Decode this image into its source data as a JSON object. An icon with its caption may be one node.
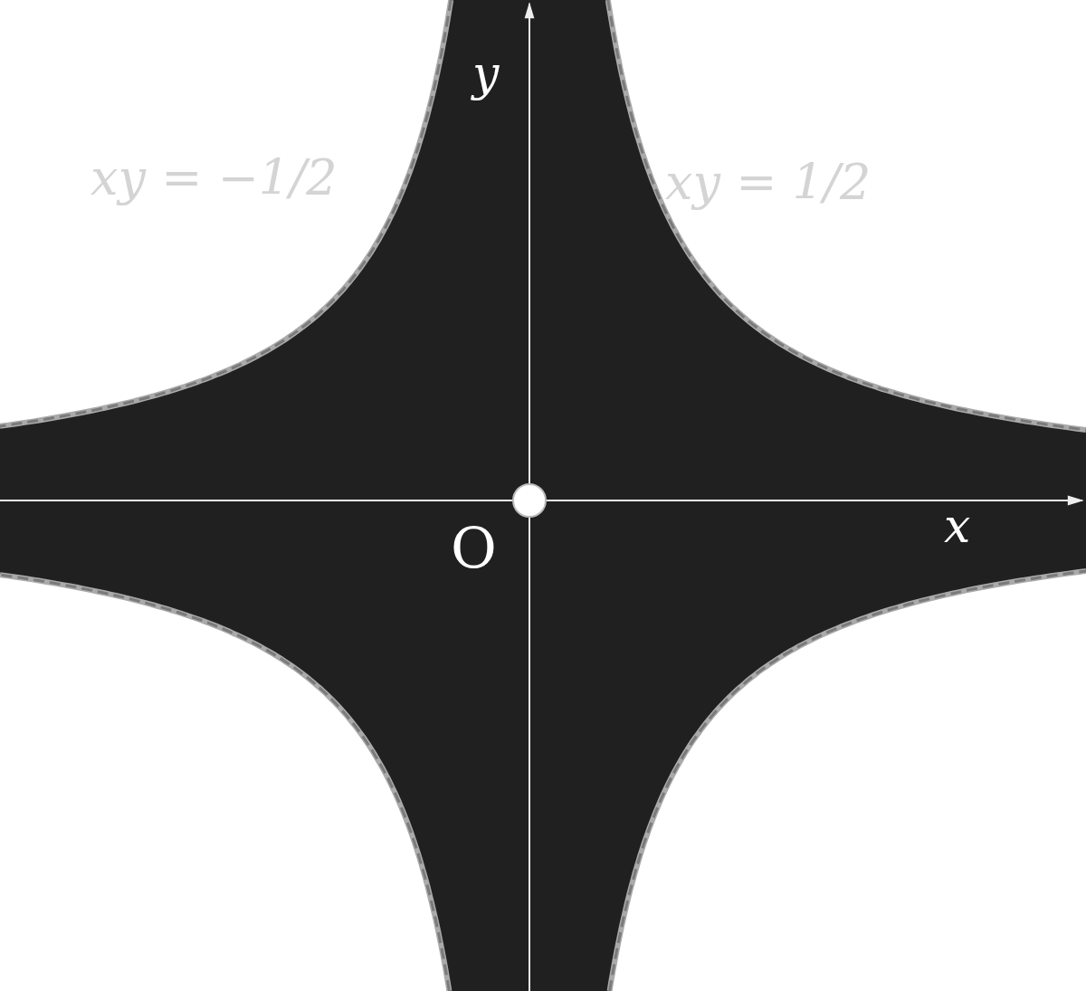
{
  "diagram": {
    "labels": [
      "xy = −1/2",
      "xy = 1/2",
      "y",
      "x",
      "O"
    ]
  }
}
